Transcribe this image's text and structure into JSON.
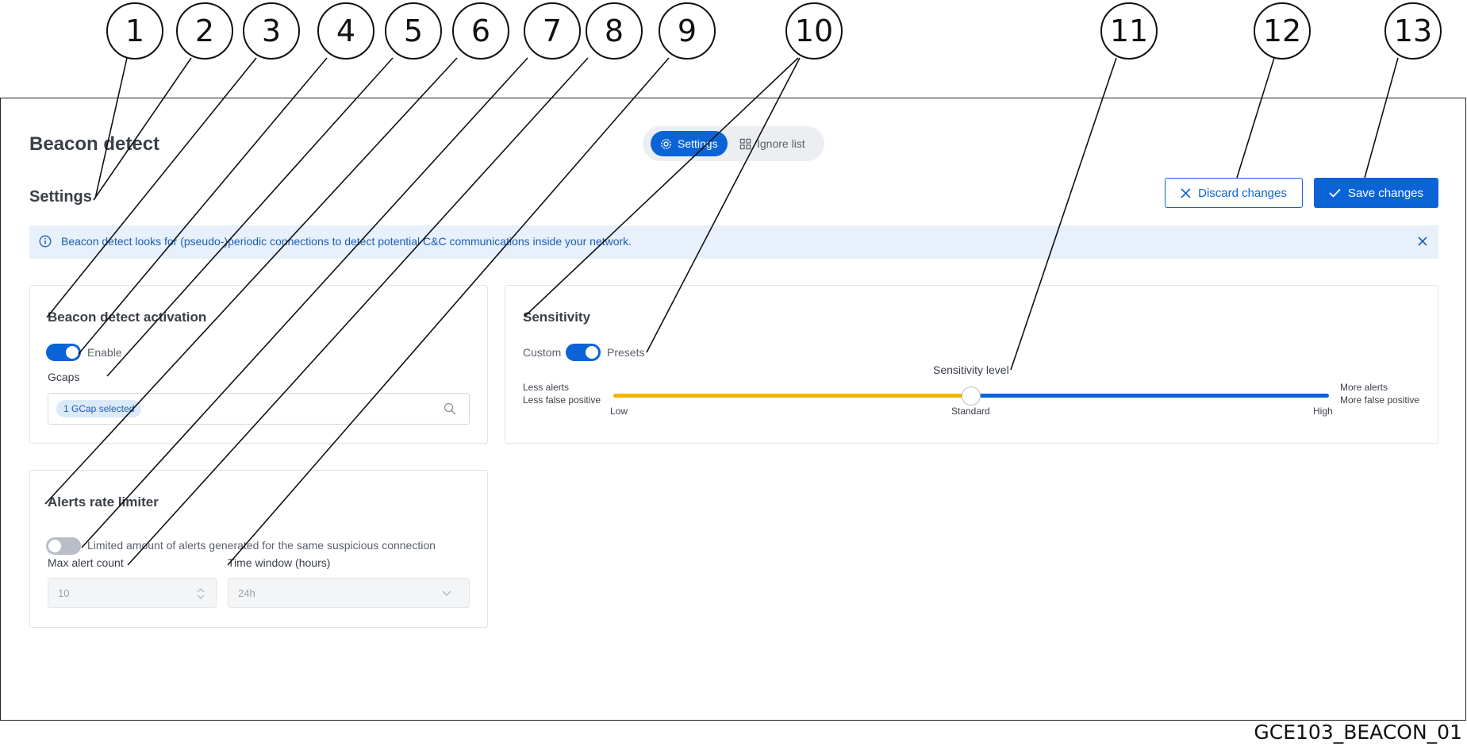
{
  "page": {
    "title": "Beacon detect",
    "section_title": "Settings"
  },
  "tabs": [
    {
      "label": "Settings",
      "icon": "gear-icon",
      "active": true
    },
    {
      "label": "Ignore list",
      "icon": "grid-icon",
      "active": false
    }
  ],
  "actions": {
    "discard_label": "Discard changes",
    "save_label": "Save changes"
  },
  "banner": {
    "text": "Beacon detect looks for (pseudo-)periodic connections to detect potential C&C communications inside your network."
  },
  "activation": {
    "title": "Beacon detect activation",
    "toggle_label": "Enable",
    "enabled": true,
    "gcaps_label": "Gcaps",
    "gcaps_chip": "1 GCap selected"
  },
  "rate_limiter": {
    "title": "Alerts rate limiter",
    "enabled": false,
    "toggle_label": "Limited amount of alerts generated for the same suspicious connection",
    "max_label": "Max alert count",
    "max_value": "10",
    "window_label": "Time window (hours)",
    "window_value": "24h"
  },
  "sensitivity": {
    "title": "Sensitivity",
    "mode_left": "Custom",
    "mode_right": "Presets",
    "level_label": "Sensitivity level",
    "left_line1": "Less alerts",
    "left_line2": "Less false positive",
    "right_line1": "More alerts",
    "right_line2": "More false positive",
    "tick_low": "Low",
    "tick_mid": "Standard",
    "tick_high": "High",
    "level_value": "Standard",
    "level_fraction": 0.5
  },
  "colors": {
    "accent": "#0a64d6",
    "slider_low": "#f5b400",
    "banner_bg": "#e7f0fb"
  },
  "callouts": [
    "1",
    "2",
    "3",
    "4",
    "5",
    "6",
    "7",
    "8",
    "9",
    "10",
    "11",
    "12",
    "13"
  ],
  "footer": {
    "id": "GCE103_BEACON_01"
  }
}
